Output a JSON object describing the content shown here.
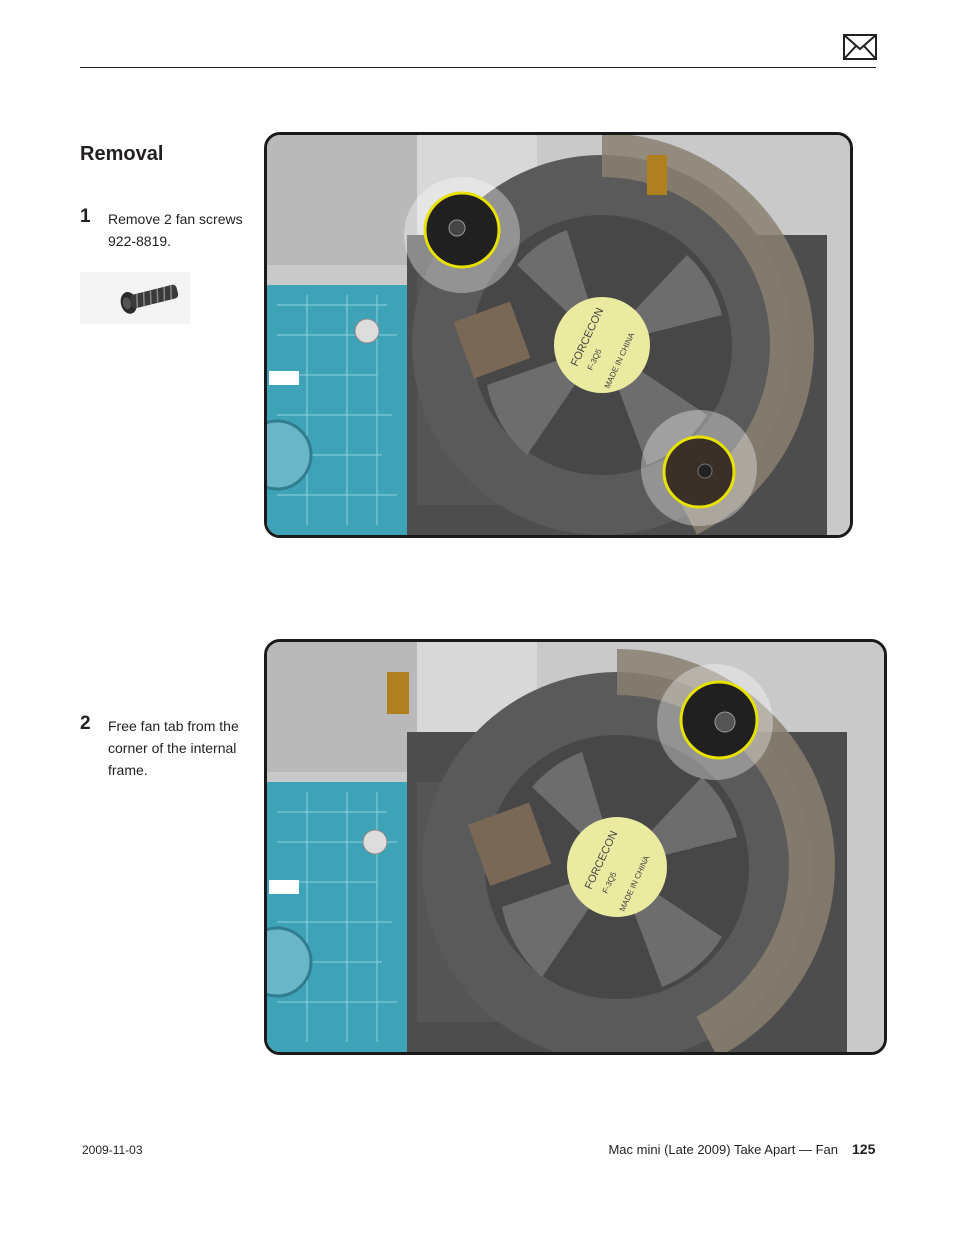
{
  "header": {
    "icon": "envelope-icon"
  },
  "section": {
    "title": "Removal"
  },
  "steps": [
    {
      "number": "1",
      "lines": [
        "Remove 2 fan screws",
        "922-8819."
      ]
    },
    {
      "number": "2",
      "lines": [
        "Free fan tab from the",
        "corner of the internal",
        "frame."
      ]
    }
  ],
  "label": {
    "brand": "FORCECON",
    "model": "F-3Q5",
    "origin": "MADE IN CHINA"
  },
  "footer": {
    "date": "2009-11-03",
    "title": "Mac mini (Late 2009) Take Apart — Fan",
    "page": "125"
  },
  "colors": {
    "highlight": "#e8e200",
    "text": "#231f20"
  }
}
